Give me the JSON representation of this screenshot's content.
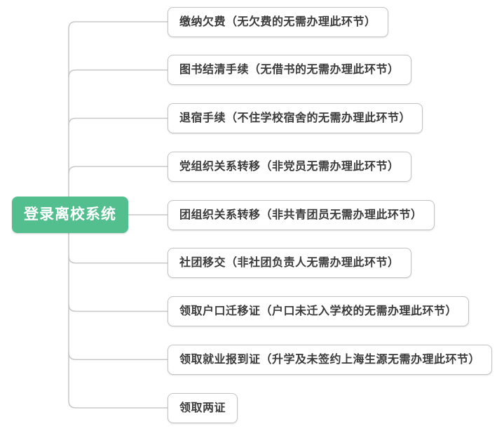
{
  "diagram": {
    "root": {
      "label": "登录离校系统"
    },
    "branches": [
      {
        "label": "缴纳欠费（无欠费的无需办理此环节）"
      },
      {
        "label": "图书结清手续（无借书的无需办理此环节）"
      },
      {
        "label": "退宿手续（不住学校宿舍的无需办理此环节）"
      },
      {
        "label": "党组织关系转移（非党员无需办理此环节）"
      },
      {
        "label": "团组织关系转移（非共青团员无需办理此环节）"
      },
      {
        "label": "社团移交（非社团负责人无需办理此环节）"
      },
      {
        "label": "领取户口迁移证（户口未迁入学校的无需办理此环节）"
      },
      {
        "label": "领取就业报到证（升学及未签约上海生源无需办理此环节）"
      },
      {
        "label": "领取两证"
      }
    ],
    "colors": {
      "root_bg": "#53bf8e",
      "root_text": "#ffffff",
      "connector": "#c9c9c9",
      "box_border": "#c3c3c3",
      "box_bg": "#ffffff",
      "box_text": "#3b3b3b",
      "canvas_bg": "#ffffff"
    }
  }
}
